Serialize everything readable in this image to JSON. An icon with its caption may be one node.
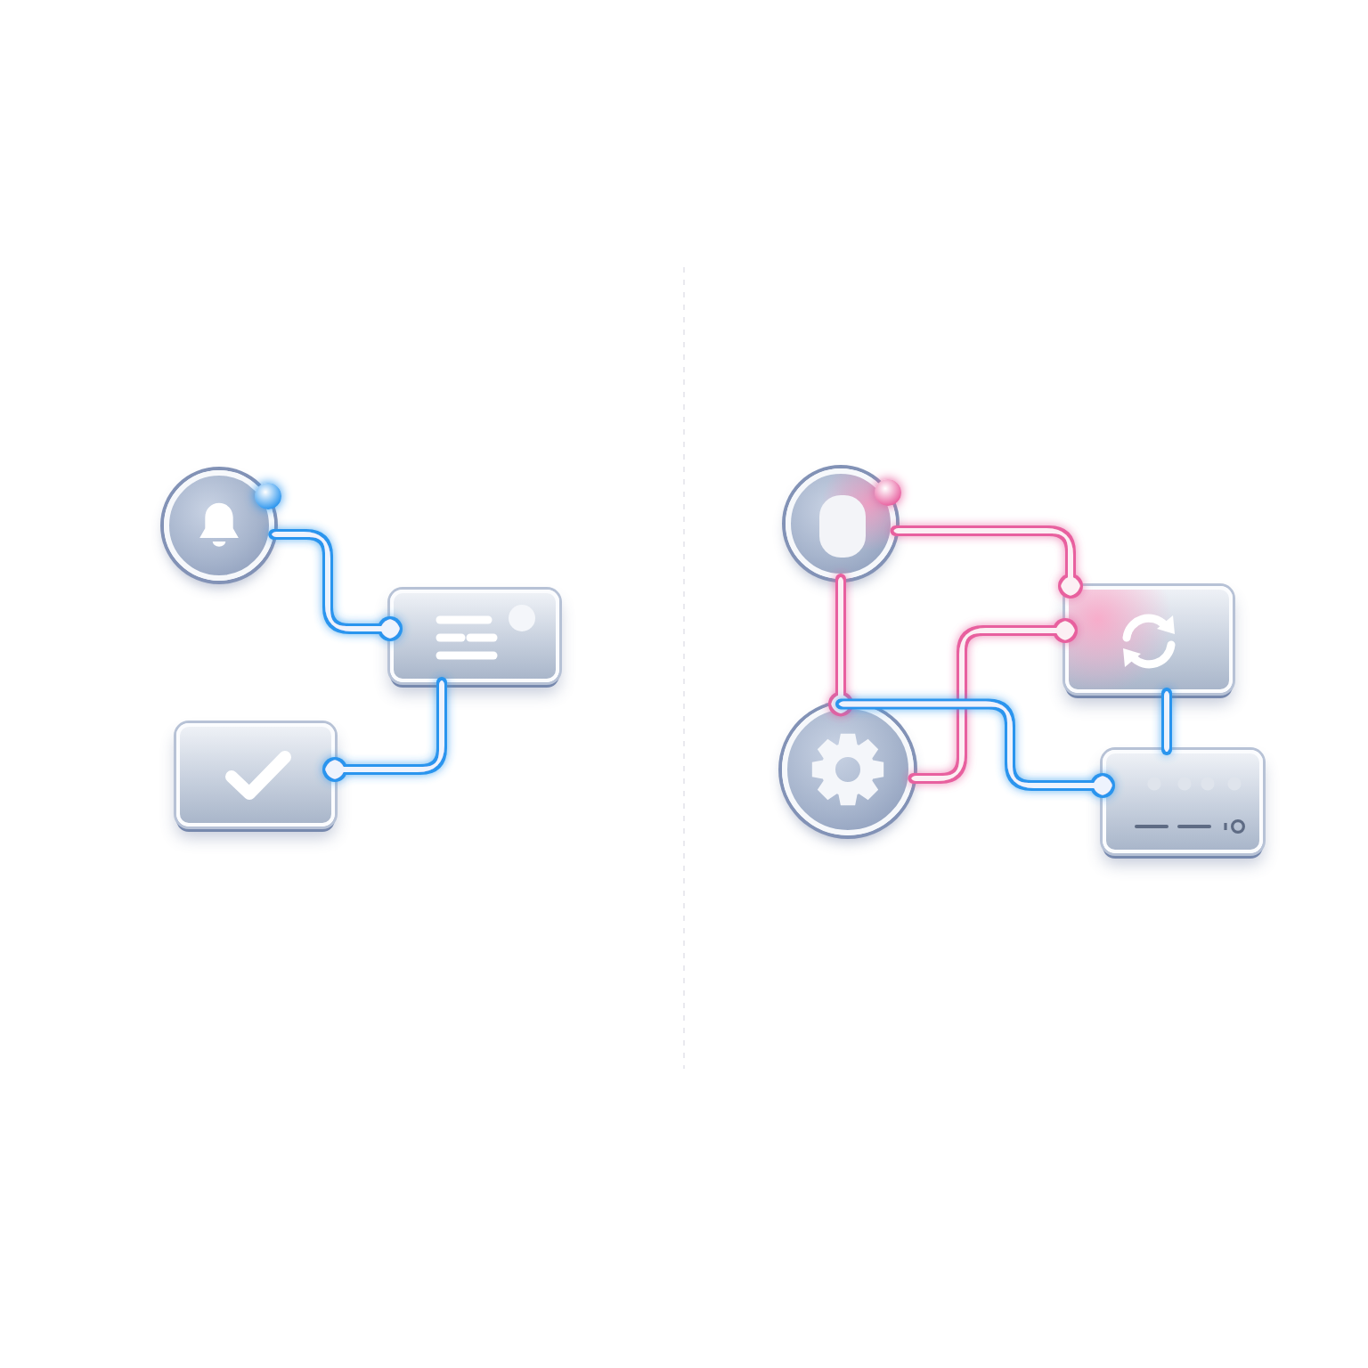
{
  "diagram": {
    "nodes": [
      {
        "text": [],
        "shape": "circle"
      },
      {
        "text": [],
        "shape": "box"
      },
      {
        "text": [],
        "shape": "box"
      },
      {
        "text": [],
        "shape": "circle"
      },
      {
        "text": [],
        "shape": "box"
      },
      {
        "text": [],
        "shape": "circle"
      },
      {
        "text": [],
        "shape": "box"
      }
    ],
    "edges": [
      {
        "from": 0,
        "to": 1,
        "arrow": "other"
      },
      {
        "from": 1,
        "to": 2,
        "arrow": "other"
      },
      {
        "from": 3,
        "to": 4,
        "arrow": "other",
        "color": "#e8609f"
      },
      {
        "from": 3,
        "to": 5,
        "arrow": "other",
        "color": "#e8609f"
      },
      {
        "from": 5,
        "to": 4,
        "arrow": "other",
        "color": "#e8609f"
      },
      {
        "from": 5,
        "to": 6,
        "arrow": "other"
      },
      {
        "from": 4,
        "to": 6,
        "arrow": "none"
      }
    ]
  }
}
